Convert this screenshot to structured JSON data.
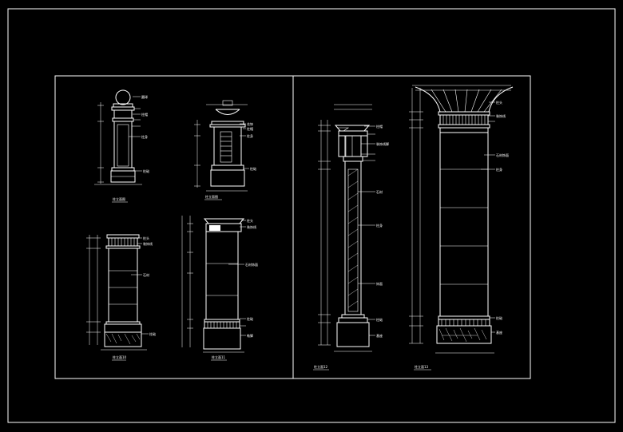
{
  "sheet": {
    "background": "#000000",
    "line_color": "#ffffff"
  },
  "drawings": [
    {
      "id": "col-a",
      "caption": "柱立面图",
      "callouts": [
        "圆球",
        "柱帽",
        "柱身",
        "柱础"
      ]
    },
    {
      "id": "col-b",
      "caption": "柱立面图",
      "callouts": [
        "花钵",
        "柱帽",
        "柱身",
        "柱础"
      ]
    },
    {
      "id": "col-10",
      "caption": "柱立面10",
      "callouts": [
        "柱头",
        "装饰线",
        "石材",
        "柱础"
      ]
    },
    {
      "id": "col-11",
      "caption": "柱立面11",
      "callouts": [
        "柱头",
        "装饰线",
        "石材饰面",
        "柱础",
        "勒脚"
      ]
    },
    {
      "id": "col-12",
      "caption": "柱立面12",
      "callouts": [
        "柱帽",
        "装饰线脚",
        "石材",
        "柱身",
        "饰面",
        "柱础",
        "基座"
      ]
    },
    {
      "id": "col-13",
      "caption": "柱立面13",
      "callouts": [
        "柱头",
        "装饰线",
        "石材饰面",
        "柱身",
        "柱础",
        "基座"
      ]
    }
  ]
}
